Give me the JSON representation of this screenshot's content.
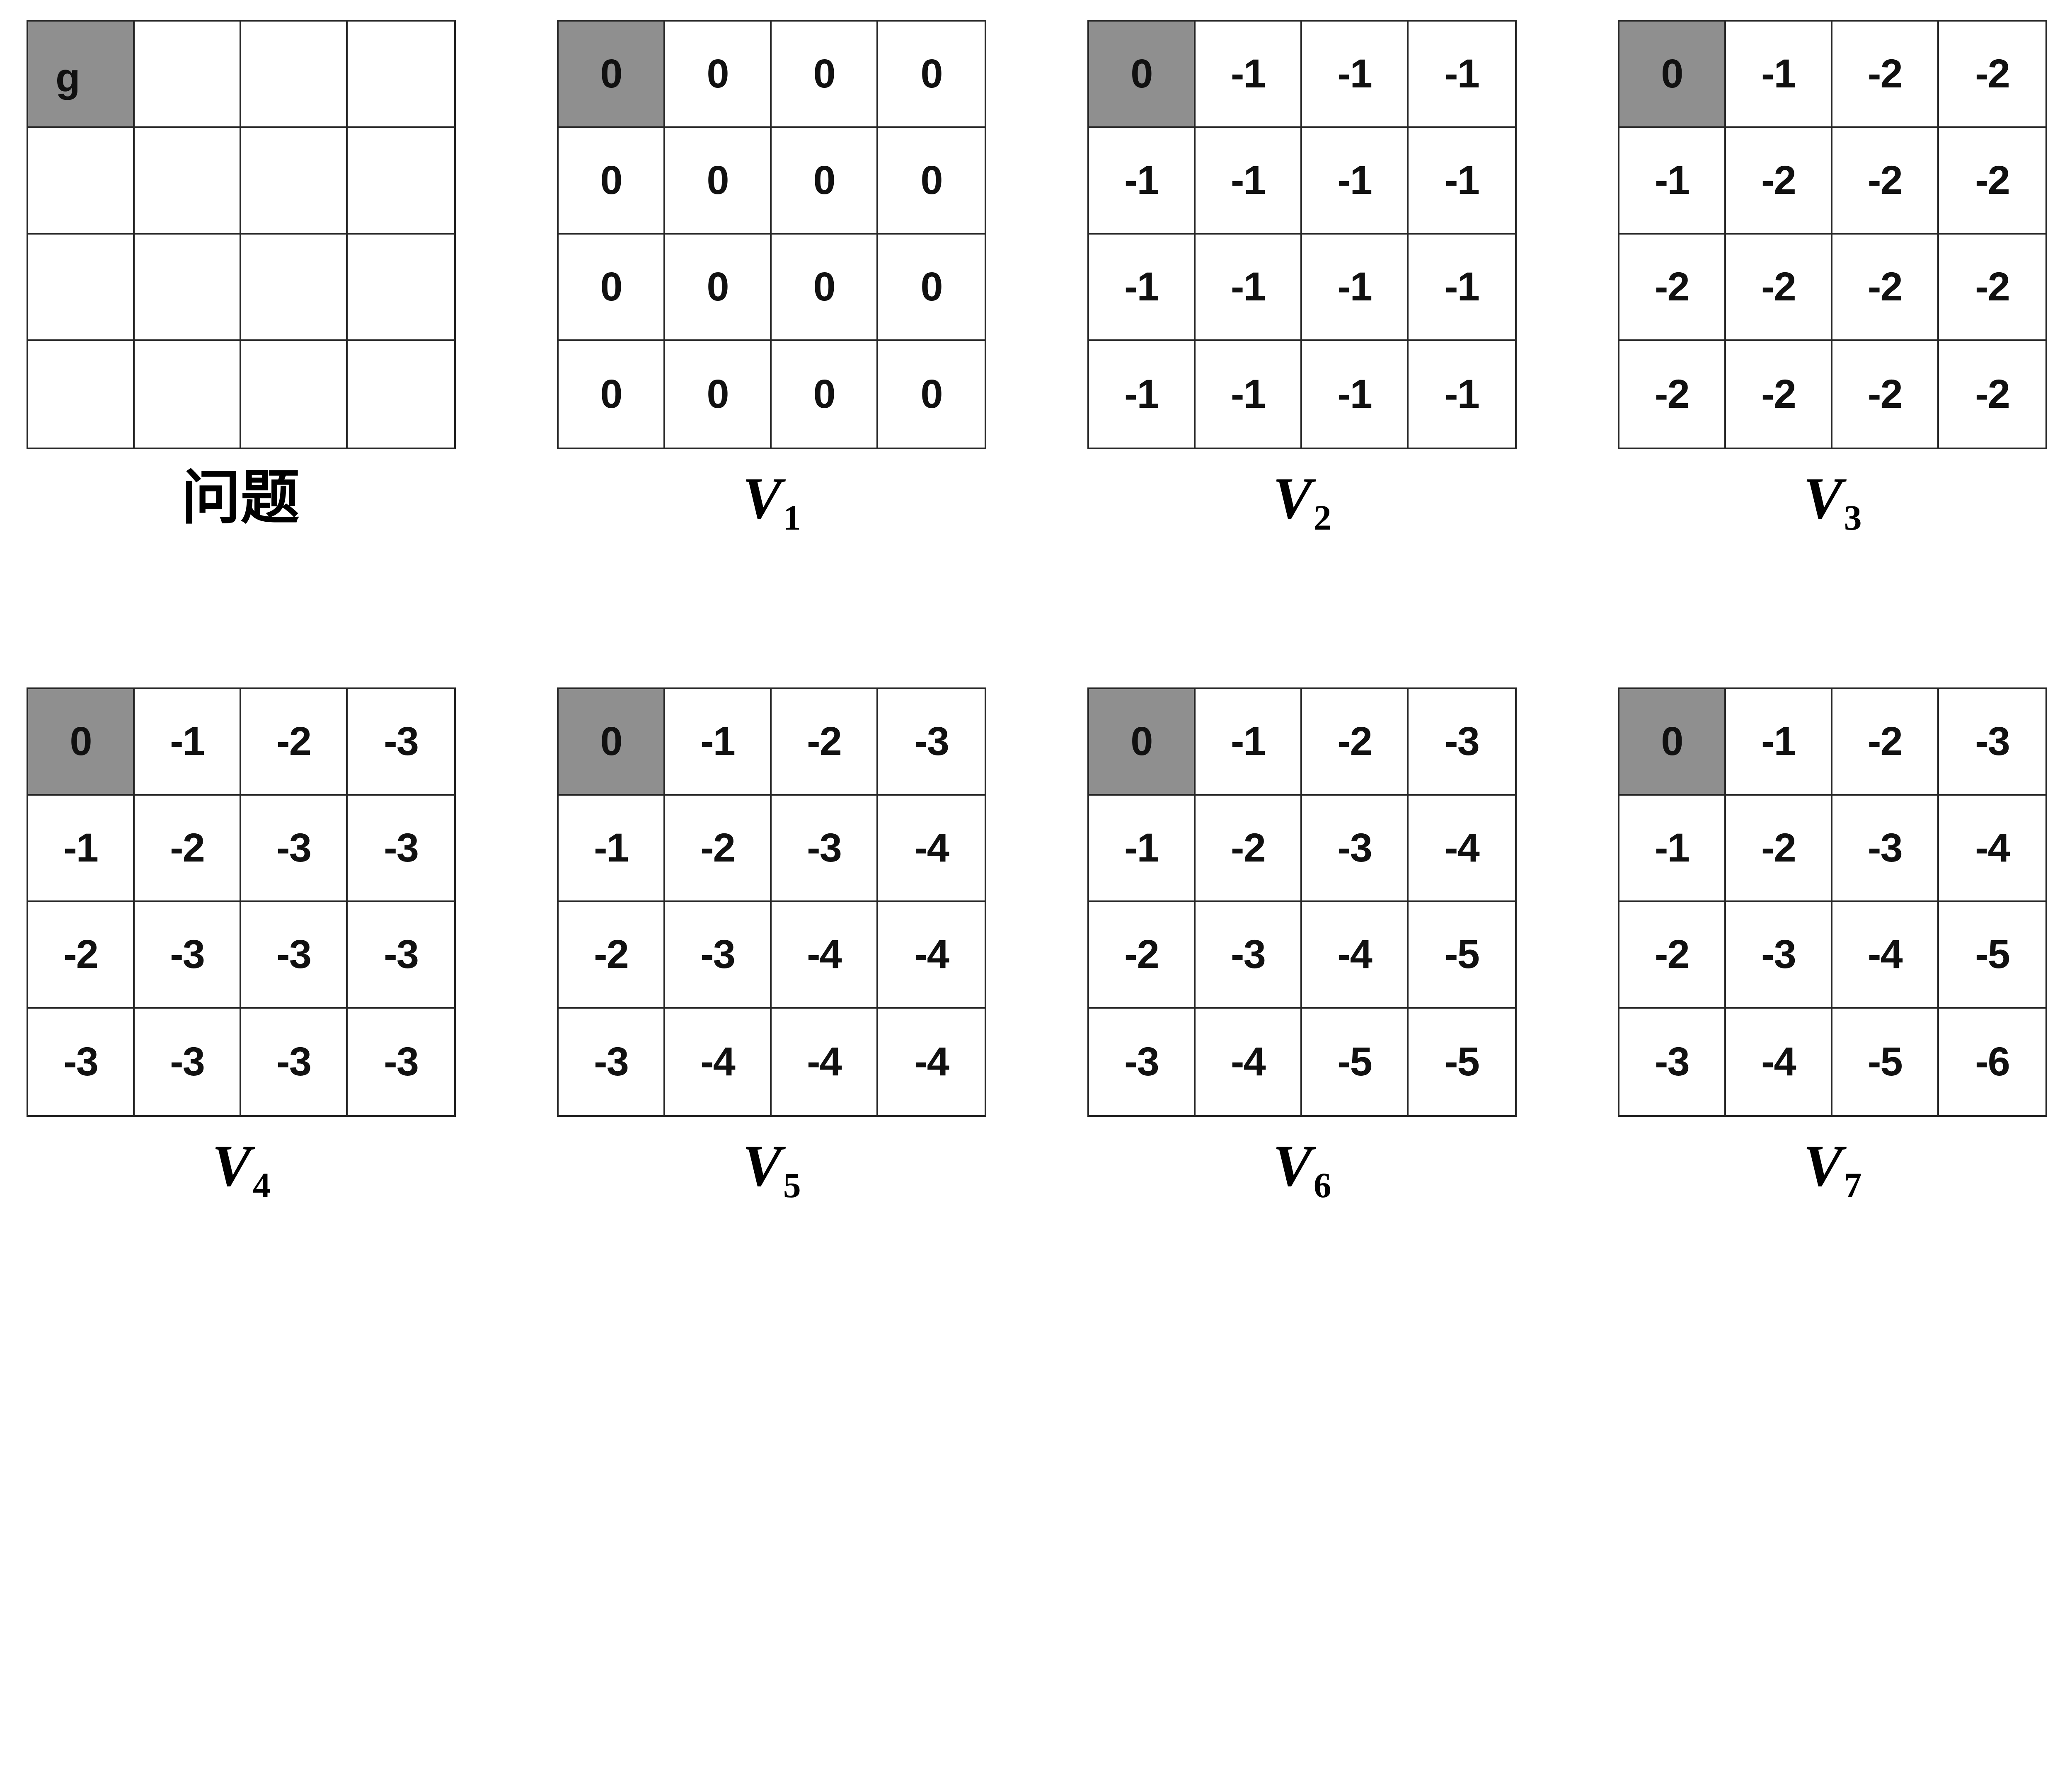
{
  "figure": {
    "description_colors": {
      "goal_cell_fill": "#8f8f8f",
      "grid_line": "#262626",
      "text": "#111111",
      "background": "#ffffff"
    },
    "goal_cell": {
      "row": 0,
      "col": 0
    },
    "panels": [
      {
        "label_main": "问题",
        "label_sub": "",
        "cells": [
          [
            "g",
            "",
            "",
            ""
          ],
          [
            "",
            "",
            "",
            ""
          ],
          [
            "",
            "",
            "",
            ""
          ],
          [
            "",
            "",
            "",
            ""
          ]
        ]
      },
      {
        "label_main": "V",
        "label_sub": "1",
        "cells": [
          [
            "0",
            "0",
            "0",
            "0"
          ],
          [
            "0",
            "0",
            "0",
            "0"
          ],
          [
            "0",
            "0",
            "0",
            "0"
          ],
          [
            "0",
            "0",
            "0",
            "0"
          ]
        ]
      },
      {
        "label_main": "V",
        "label_sub": "2",
        "cells": [
          [
            "0",
            "-1",
            "-1",
            "-1"
          ],
          [
            "-1",
            "-1",
            "-1",
            "-1"
          ],
          [
            "-1",
            "-1",
            "-1",
            "-1"
          ],
          [
            "-1",
            "-1",
            "-1",
            "-1"
          ]
        ]
      },
      {
        "label_main": "V",
        "label_sub": "3",
        "cells": [
          [
            "0",
            "-1",
            "-2",
            "-2"
          ],
          [
            "-1",
            "-2",
            "-2",
            "-2"
          ],
          [
            "-2",
            "-2",
            "-2",
            "-2"
          ],
          [
            "-2",
            "-2",
            "-2",
            "-2"
          ]
        ]
      },
      {
        "label_main": "V",
        "label_sub": "4",
        "cells": [
          [
            "0",
            "-1",
            "-2",
            "-3"
          ],
          [
            "-1",
            "-2",
            "-3",
            "-3"
          ],
          [
            "-2",
            "-3",
            "-3",
            "-3"
          ],
          [
            "-3",
            "-3",
            "-3",
            "-3"
          ]
        ]
      },
      {
        "label_main": "V",
        "label_sub": "5",
        "cells": [
          [
            "0",
            "-1",
            "-2",
            "-3"
          ],
          [
            "-1",
            "-2",
            "-3",
            "-4"
          ],
          [
            "-2",
            "-3",
            "-4",
            "-4"
          ],
          [
            "-3",
            "-4",
            "-4",
            "-4"
          ]
        ]
      },
      {
        "label_main": "V",
        "label_sub": "6",
        "cells": [
          [
            "0",
            "-1",
            "-2",
            "-3"
          ],
          [
            "-1",
            "-2",
            "-3",
            "-4"
          ],
          [
            "-2",
            "-3",
            "-4",
            "-5"
          ],
          [
            "-3",
            "-4",
            "-5",
            "-5"
          ]
        ]
      },
      {
        "label_main": "V",
        "label_sub": "7",
        "cells": [
          [
            "0",
            "-1",
            "-2",
            "-3"
          ],
          [
            "-1",
            "-2",
            "-3",
            "-4"
          ],
          [
            "-2",
            "-3",
            "-4",
            "-5"
          ],
          [
            "-3",
            "-4",
            "-5",
            "-6"
          ]
        ]
      }
    ]
  }
}
